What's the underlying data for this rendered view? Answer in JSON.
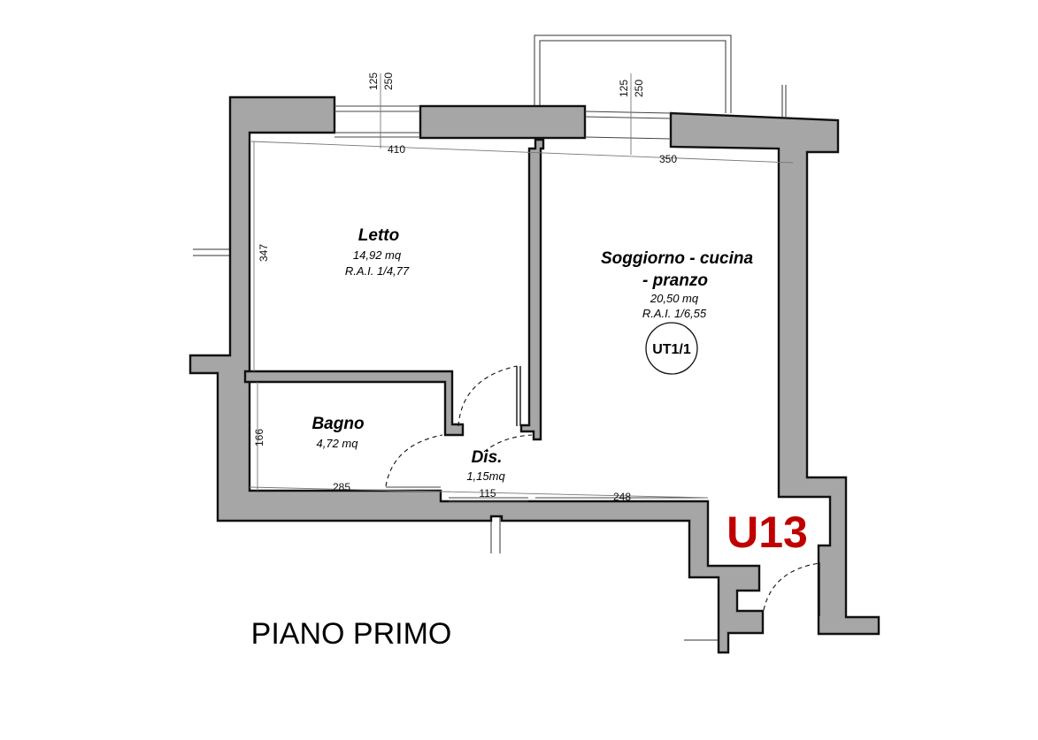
{
  "floor": {
    "label": "PIANO PRIMO",
    "unit": "U13"
  },
  "rooms": {
    "letto": {
      "name": "Letto",
      "area": "14,92 mq",
      "rai": "R.A.I. 1/4,77"
    },
    "soggiorno": {
      "name_line1": "Soggiorno - cucina",
      "name_line2": "- pranzo",
      "area": "20,50 mq",
      "rai": "R.A.I. 1/6,55",
      "unit_code": "UT1/1"
    },
    "bagno": {
      "name": "Bagno",
      "area": "4,72 mq"
    },
    "dis": {
      "name": "Dis.",
      "area": "1,15mq"
    }
  },
  "dimensions": {
    "letto_width": "410",
    "soggiorno_width": "350",
    "letto_depth": "347",
    "bagno_depth": "166",
    "bagno_width": "285",
    "dis_width": "115",
    "soggiorno_bottom": "248",
    "window_left_sill": "125",
    "window_left_height": "250",
    "window_right_sill": "125",
    "window_right_height": "250"
  },
  "colors": {
    "wall_fill": "#a6a6a6",
    "wall_stroke": "#111111",
    "unit_label": "#c00000"
  }
}
